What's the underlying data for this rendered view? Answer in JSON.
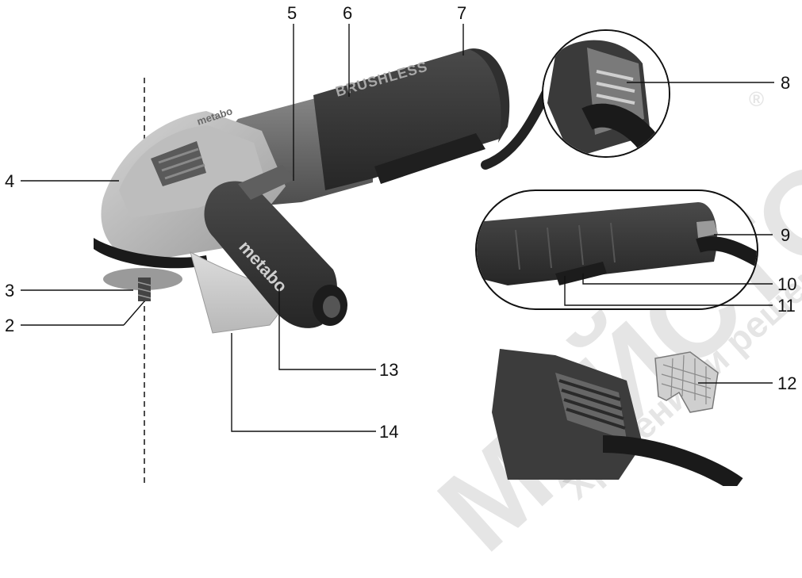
{
  "callouts": [
    {
      "label": "2"
    },
    {
      "label": "3"
    },
    {
      "label": "4"
    },
    {
      "label": "5"
    },
    {
      "label": "6"
    },
    {
      "label": "7"
    },
    {
      "label": "8"
    },
    {
      "label": "9"
    },
    {
      "label": "10"
    },
    {
      "label": "11"
    },
    {
      "label": "12"
    },
    {
      "label": "13"
    },
    {
      "label": "14"
    }
  ],
  "tool": {
    "brand": "metabo",
    "motor_label": "BRUSHLESS"
  },
  "watermark": {
    "main": "МАЙСТОРА",
    "sub": "Хранение и решения",
    "registered": "®"
  }
}
